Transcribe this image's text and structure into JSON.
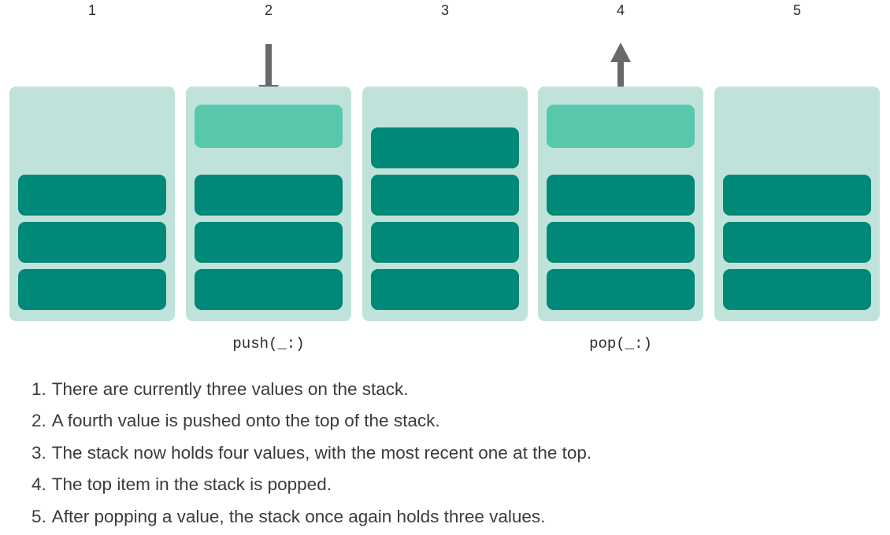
{
  "figure": {
    "colors": {
      "container": "#bfe3da",
      "block": "#008878",
      "floating_block": "#58c8ad",
      "arrow": "#696969"
    },
    "steps": [
      {
        "number": "1",
        "settled_values": 3,
        "floating_value": false,
        "arrow": null,
        "op_label": ""
      },
      {
        "number": "2",
        "settled_values": 3,
        "floating_value": true,
        "arrow": "down",
        "op_label": "push(_:)"
      },
      {
        "number": "3",
        "settled_values": 4,
        "floating_value": false,
        "arrow": null,
        "op_label": ""
      },
      {
        "number": "4",
        "settled_values": 3,
        "floating_value": true,
        "arrow": "up",
        "op_label": "pop(_:)"
      },
      {
        "number": "5",
        "settled_values": 3,
        "floating_value": false,
        "arrow": null,
        "op_label": ""
      }
    ]
  },
  "caption": {
    "items": [
      {
        "num": "1.",
        "text": "There are currently three values on the stack."
      },
      {
        "num": "2.",
        "text": "A fourth value is pushed onto the top of the stack."
      },
      {
        "num": "3.",
        "text": "The stack now holds four values, with the most recent one at the top."
      },
      {
        "num": "4.",
        "text": "The top item in the stack is popped."
      },
      {
        "num": "5.",
        "text": "After popping a value, the stack once again holds three values."
      }
    ]
  }
}
